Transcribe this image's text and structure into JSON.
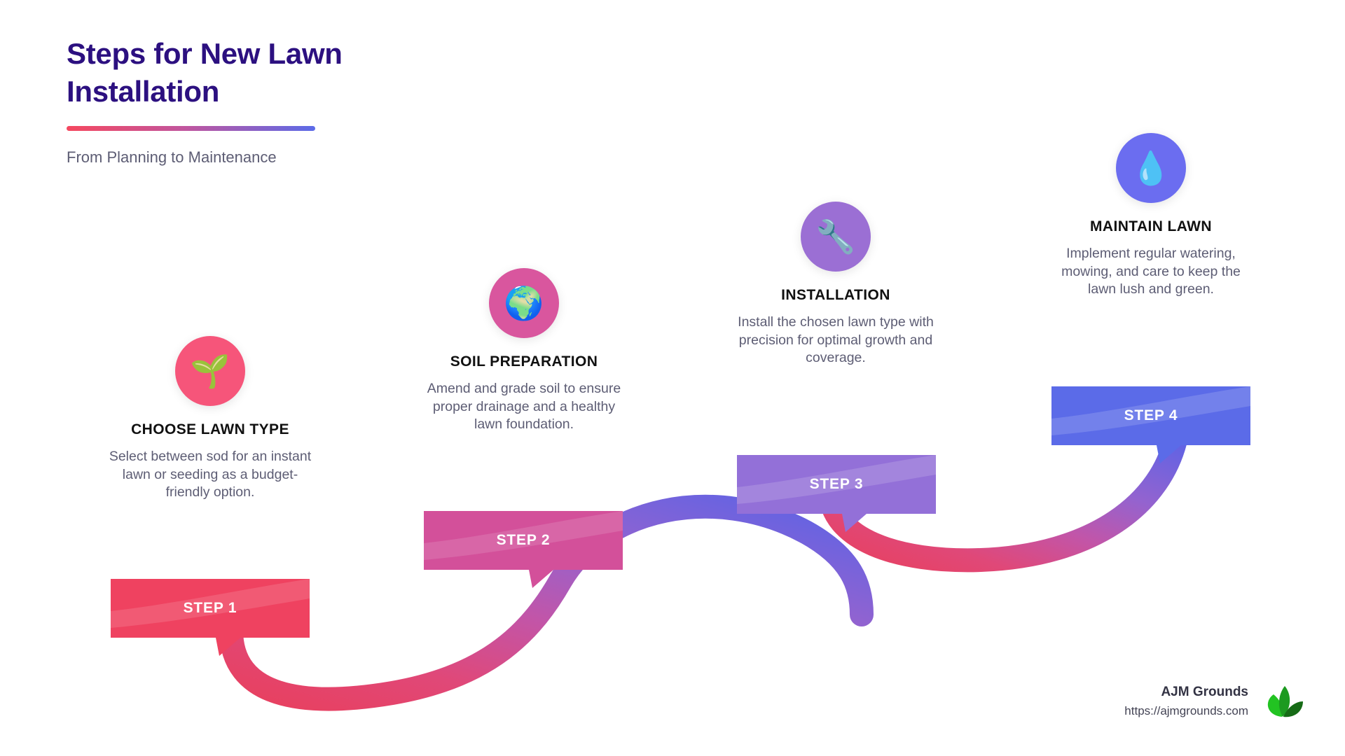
{
  "header": {
    "title_line1": "Steps for New Lawn",
    "title_line2": "Installation",
    "subtitle": "From Planning to Maintenance",
    "title_color": "#2C1080",
    "rule_gradient_from": "#F5485F",
    "rule_gradient_to": "#5B6BE8"
  },
  "steps": [
    {
      "icon": "🌱",
      "icon_name": "seedling-icon",
      "circle_color": "#F6557A",
      "title": "CHOOSE LAWN TYPE",
      "desc": "Select between sod for an instant lawn or seeding as a budget-friendly option.",
      "banner_label": "STEP 1",
      "banner_color": "#EF4260"
    },
    {
      "icon": "🌍",
      "icon_name": "globe-icon",
      "circle_color": "#D9569E",
      "title": "SOIL PREPARATION",
      "desc": "Amend and grade soil to ensure proper drainage and a healthy lawn foundation.",
      "banner_label": "STEP 2",
      "banner_color": "#D3509A"
    },
    {
      "icon": "🔧",
      "icon_name": "wrench-icon",
      "circle_color": "#9B6FD4",
      "title": "INSTALLATION",
      "desc": "Install the chosen lawn type with precision for optimal growth and coverage.",
      "banner_label": "STEP 3",
      "banner_color": "#9370D8"
    },
    {
      "icon": "💧",
      "icon_name": "water-droplet-icon",
      "circle_color": "#6B6DF0",
      "title": "MAINTAIN LAWN",
      "desc": "Implement regular watering, mowing, and care to keep the lawn lush and green.",
      "banner_label": "STEP 4",
      "banner_color": "#5B6BE8"
    }
  ],
  "footer": {
    "brand": "AJM Grounds",
    "url": "https://ajmgrounds.com",
    "logo_name": "leaf-logo",
    "logo_color_light": "#22C322",
    "logo_color_dark": "#1C7A1C"
  }
}
